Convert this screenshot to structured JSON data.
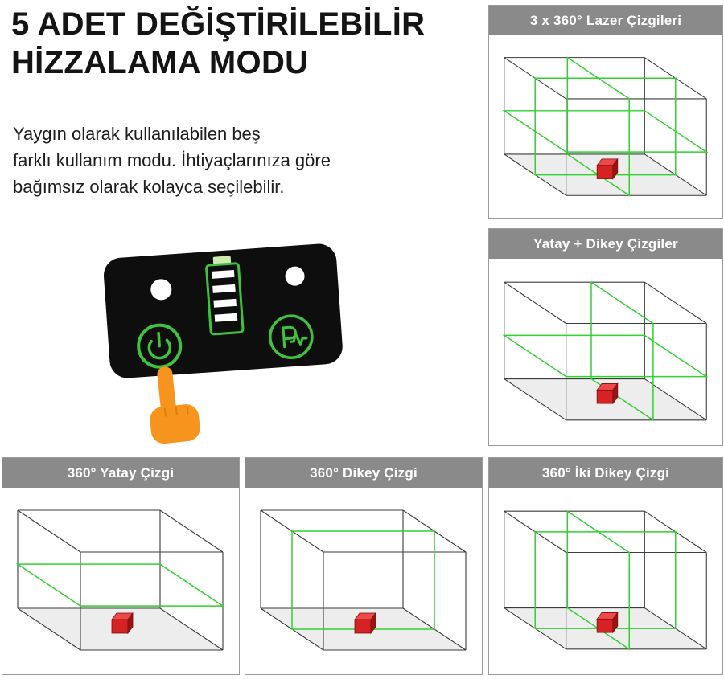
{
  "title": {
    "line1": "5 ADET DEĞİŞTİRİLEBİLİR",
    "line2": "HİZZALAMA MODU"
  },
  "description": {
    "lines": [
      "Yaygın olarak kullanılabilen beş",
      "farklı kullanım modu. İhtiyaçlarınıza göre",
      "bağımsız olarak kolayca seçilebilir."
    ]
  },
  "control_panel": {
    "icons": {
      "power": "power-icon",
      "battery": "battery-level-icon",
      "brand": "brand-pulse-logo-icon",
      "indicator_left": "indicator-light-left",
      "indicator_right": "indicator-light-right",
      "pointer": "hand-pointer-icon"
    },
    "battery_bars": 4
  },
  "colors": {
    "laser_green": "#2fd12f",
    "accent_green": "#3fc33c",
    "header_gray": "#8a8a8a",
    "header_text": "#ffffff",
    "device_red": "#d62222",
    "hand_orange": "#f7941d",
    "panel_black": "#0e0e0e"
  },
  "panels": [
    {
      "label": "3 x 360° Lazer Çizgileri",
      "lines": {
        "horizontal": true,
        "vertical_fb": 0.45,
        "vertical_lr": 0.5
      }
    },
    {
      "label": "Yatay + Dikey Çizgiler",
      "lines": {
        "horizontal": true,
        "vertical_fb": 0.62
      }
    },
    {
      "label": "360° Yatay Çizgi",
      "lines": {
        "horizontal": true
      }
    },
    {
      "label": "360° Dikey Çizgi",
      "lines": {
        "vertical_lr": 0.5
      }
    },
    {
      "label": "360° İki Dikey Çizgi",
      "lines": {
        "vertical_fb": 0.45,
        "vertical_lr": 0.5
      }
    }
  ]
}
